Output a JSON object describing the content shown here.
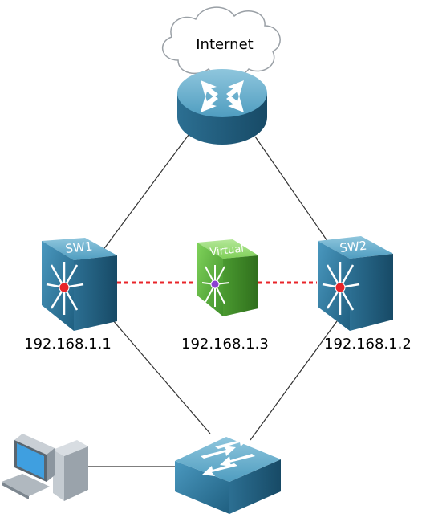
{
  "cloud": {
    "label": "Internet"
  },
  "switches": {
    "sw1": {
      "name": "SW1",
      "ip": "192.168.1.1"
    },
    "sw2": {
      "name": "SW2",
      "ip": "192.168.1.2"
    },
    "virtual": {
      "name": "Virtual",
      "ip": "192.168.1.3"
    }
  },
  "colors": {
    "device_blue": "#3f8fb5",
    "device_dark": "#1f5f80",
    "virtual_green": "#6cc04a",
    "redundancy_link": "#e8242a",
    "link": "#333333"
  },
  "icons": [
    "cloud-icon",
    "router-icon",
    "multilayer-switch-icon",
    "virtual-switch-icon",
    "workgroup-switch-icon",
    "workstation-icon"
  ]
}
